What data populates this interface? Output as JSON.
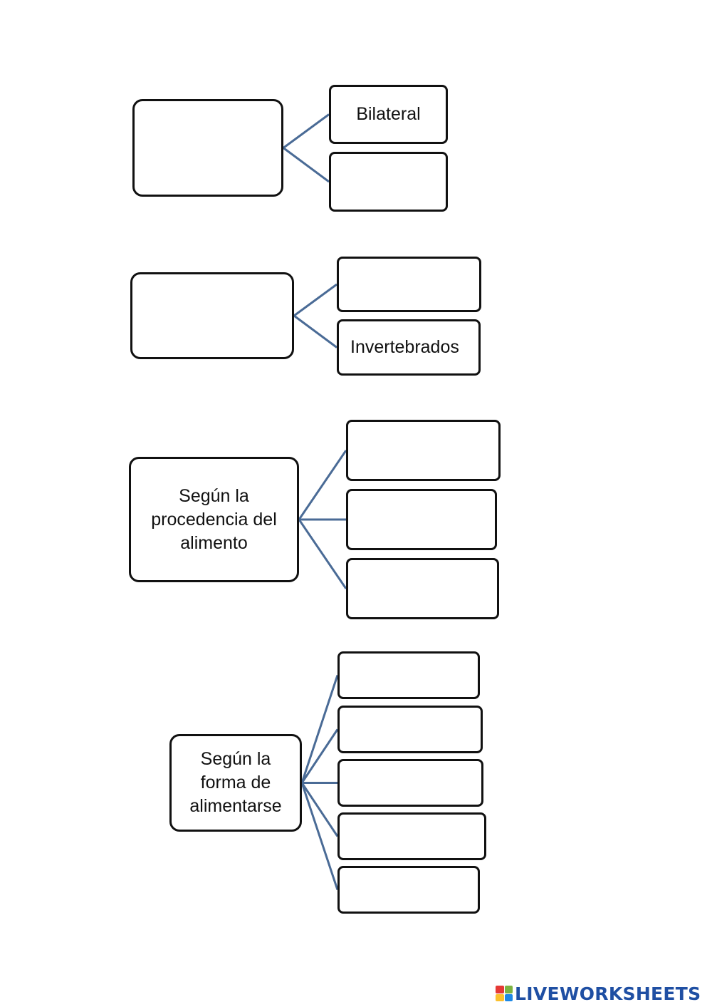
{
  "diagram": {
    "group1": {
      "parent": "",
      "children": [
        "Bilateral",
        ""
      ]
    },
    "group2": {
      "parent": "",
      "children": [
        "",
        "Invertebrados"
      ]
    },
    "group3": {
      "parent": "Según la\nprocedencia del\nalimento",
      "children": [
        "",
        "",
        ""
      ]
    },
    "group4": {
      "parent": "Según la\nforma de\nalimentarse",
      "children": [
        "",
        "",
        "",
        "",
        ""
      ]
    }
  },
  "colors": {
    "connector": "#4a6b96",
    "border": "#111111",
    "brand": "#1f4fa3",
    "logo_squares": [
      "#e53935",
      "#7cb342",
      "#fbc02d",
      "#1e88e5"
    ]
  },
  "logo": {
    "text": "LIVEWORKSHEETS",
    "icon": "liveworksheets-logo-icon"
  }
}
